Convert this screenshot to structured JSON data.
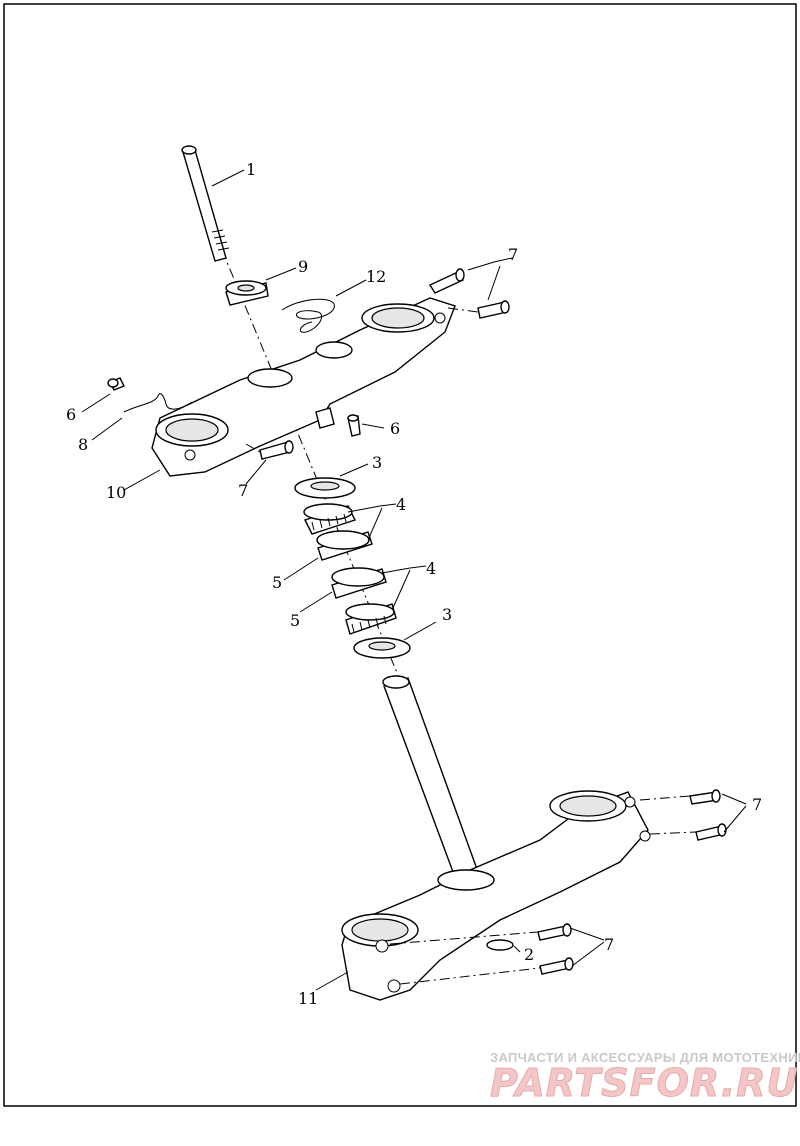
{
  "diagram": {
    "callouts": [
      {
        "id": "c1",
        "text": "1"
      },
      {
        "id": "c9",
        "text": "9"
      },
      {
        "id": "c12",
        "text": "12"
      },
      {
        "id": "c7a",
        "text": "7"
      },
      {
        "id": "c6a",
        "text": "6"
      },
      {
        "id": "c8",
        "text": "8"
      },
      {
        "id": "c6b",
        "text": "6"
      },
      {
        "id": "c10",
        "text": "10"
      },
      {
        "id": "c7b",
        "text": "7"
      },
      {
        "id": "c3a",
        "text": "3"
      },
      {
        "id": "c4a",
        "text": "4"
      },
      {
        "id": "c5a",
        "text": "5"
      },
      {
        "id": "c4b",
        "text": "4"
      },
      {
        "id": "c5b",
        "text": "5"
      },
      {
        "id": "c3b",
        "text": "3"
      },
      {
        "id": "c7c",
        "text": "7"
      },
      {
        "id": "c2",
        "text": "2"
      },
      {
        "id": "c7d",
        "text": "7"
      },
      {
        "id": "c11",
        "text": "11"
      }
    ]
  },
  "watermark": {
    "tagline": "ЗАПЧАСТИ И АКСЕССУАРЫ ДЛЯ МОТОТЕХНИКИ",
    "brand": "PARTSFOR.RU",
    "color": "#f3c7c7"
  }
}
